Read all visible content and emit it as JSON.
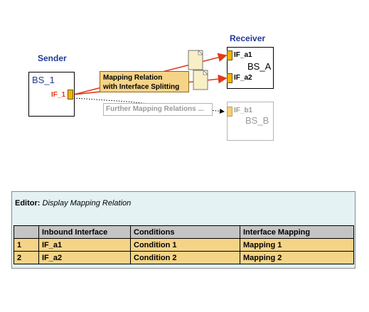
{
  "diagram": {
    "sender": {
      "title": "Sender",
      "system_name": "BS_1",
      "interface": "IF_1"
    },
    "receiver": {
      "title": "Receiver",
      "system_name": "BS_A",
      "interfaces": [
        "IF_a1",
        "IF_a2"
      ]
    },
    "inactive_receiver": {
      "system_name": "BS_B",
      "interface": "IF_b1"
    },
    "mapping_relation": {
      "line1": "Mapping Relation",
      "line2": "with Interface Splitting"
    },
    "further_mapping": "Further Mapping Relations ...",
    "colors": {
      "accent_line": "#e03a1a",
      "port": "#f2b400",
      "mapping_fill": "#f5d488"
    }
  },
  "editor": {
    "title_prefix": "Editor:",
    "title_name": "Display Mapping Relation",
    "columns": [
      "",
      "Inbound Interface",
      "Conditions",
      "Interface Mapping"
    ],
    "rows": [
      {
        "num": "1",
        "interface": "IF_a1",
        "condition": "Condition 1",
        "mapping": "Mapping 1"
      },
      {
        "num": "2",
        "interface": "IF_a2",
        "condition": "Condition 2",
        "mapping": "Mapping 2"
      }
    ]
  }
}
